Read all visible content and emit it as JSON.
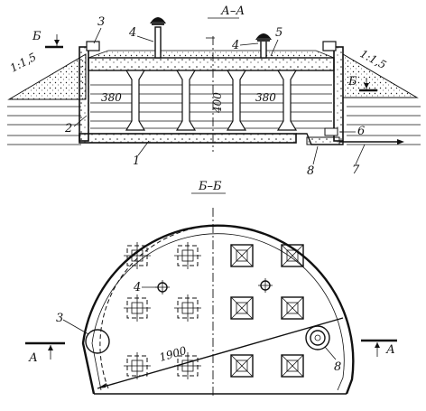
{
  "top_view": {
    "section_title": "А–А",
    "section_marker_left": "Б",
    "section_marker_right": "Б",
    "slope_left": "1:1,5",
    "slope_right": "1:1,5",
    "dim_left": "380",
    "dim_right": "380",
    "dim_center": "400",
    "callouts": {
      "c1": "1",
      "c2": "2",
      "c3": "3",
      "c4a": "4",
      "c4b": "4",
      "c5": "5",
      "c6": "6",
      "c7": "7",
      "c8": "8"
    }
  },
  "plan_view": {
    "section_title": "Б–Б",
    "marker_left": "А",
    "marker_right": "А",
    "diameter": "1900",
    "callouts": {
      "c3": "3",
      "c4": "4",
      "c8": "8"
    }
  }
}
